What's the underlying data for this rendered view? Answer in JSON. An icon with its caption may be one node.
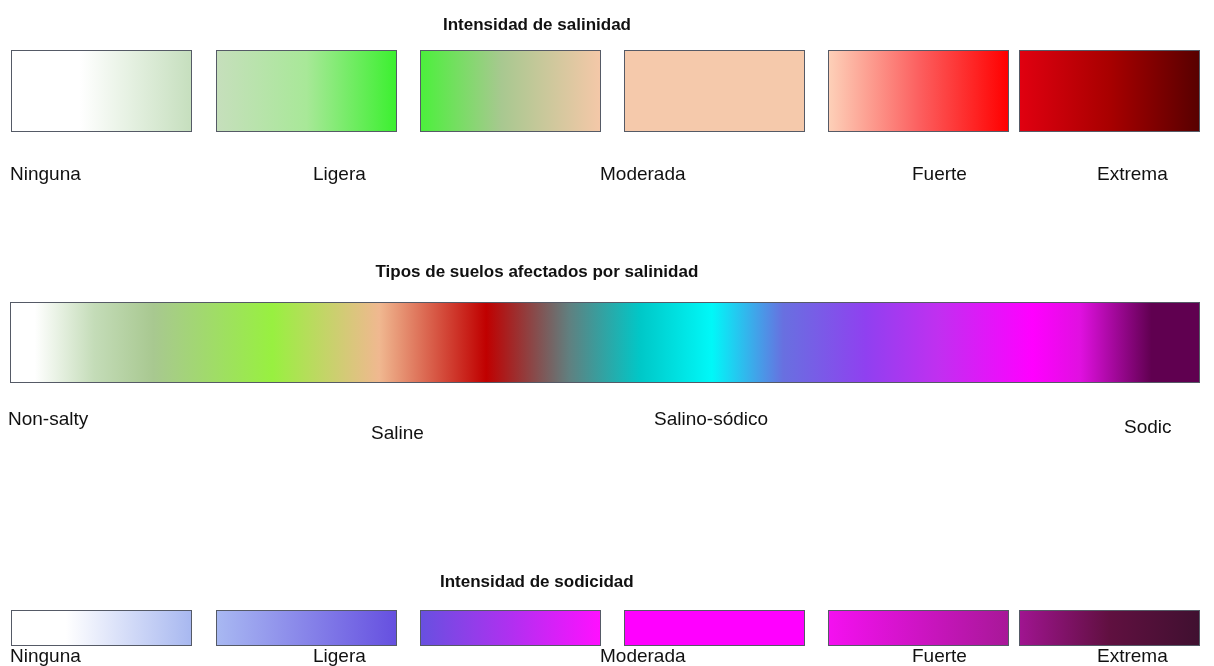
{
  "diagram": {
    "nodes": [
      {
        "text": [],
        "shape": "box"
      },
      {
        "text": [],
        "shape": "box"
      },
      {
        "text": [],
        "shape": "box"
      },
      {
        "text": [],
        "shape": "box"
      },
      {
        "text": [],
        "shape": "box"
      },
      {
        "text": [],
        "shape": "box"
      },
      {
        "text": [],
        "shape": "bar"
      },
      {
        "text": [],
        "shape": "box"
      },
      {
        "text": [],
        "shape": "box"
      },
      {
        "text": [],
        "shape": "box"
      },
      {
        "text": [],
        "shape": "box"
      },
      {
        "text": [],
        "shape": "box"
      },
      {
        "text": [],
        "shape": "box"
      }
    ],
    "labels": [
      "Intensidad de salinidad",
      "Ninguna",
      "Ligera",
      "Moderada",
      "Fuerte",
      "Extrema",
      "Tipos de suelos afectados por salinidad",
      "Non-salty",
      "Saline",
      "Salino-sódico",
      "Sodic",
      "Intensidad de sodicidad",
      "Ninguna",
      "Ligera",
      "Moderada",
      "Fuerte",
      "Extrema"
    ]
  }
}
